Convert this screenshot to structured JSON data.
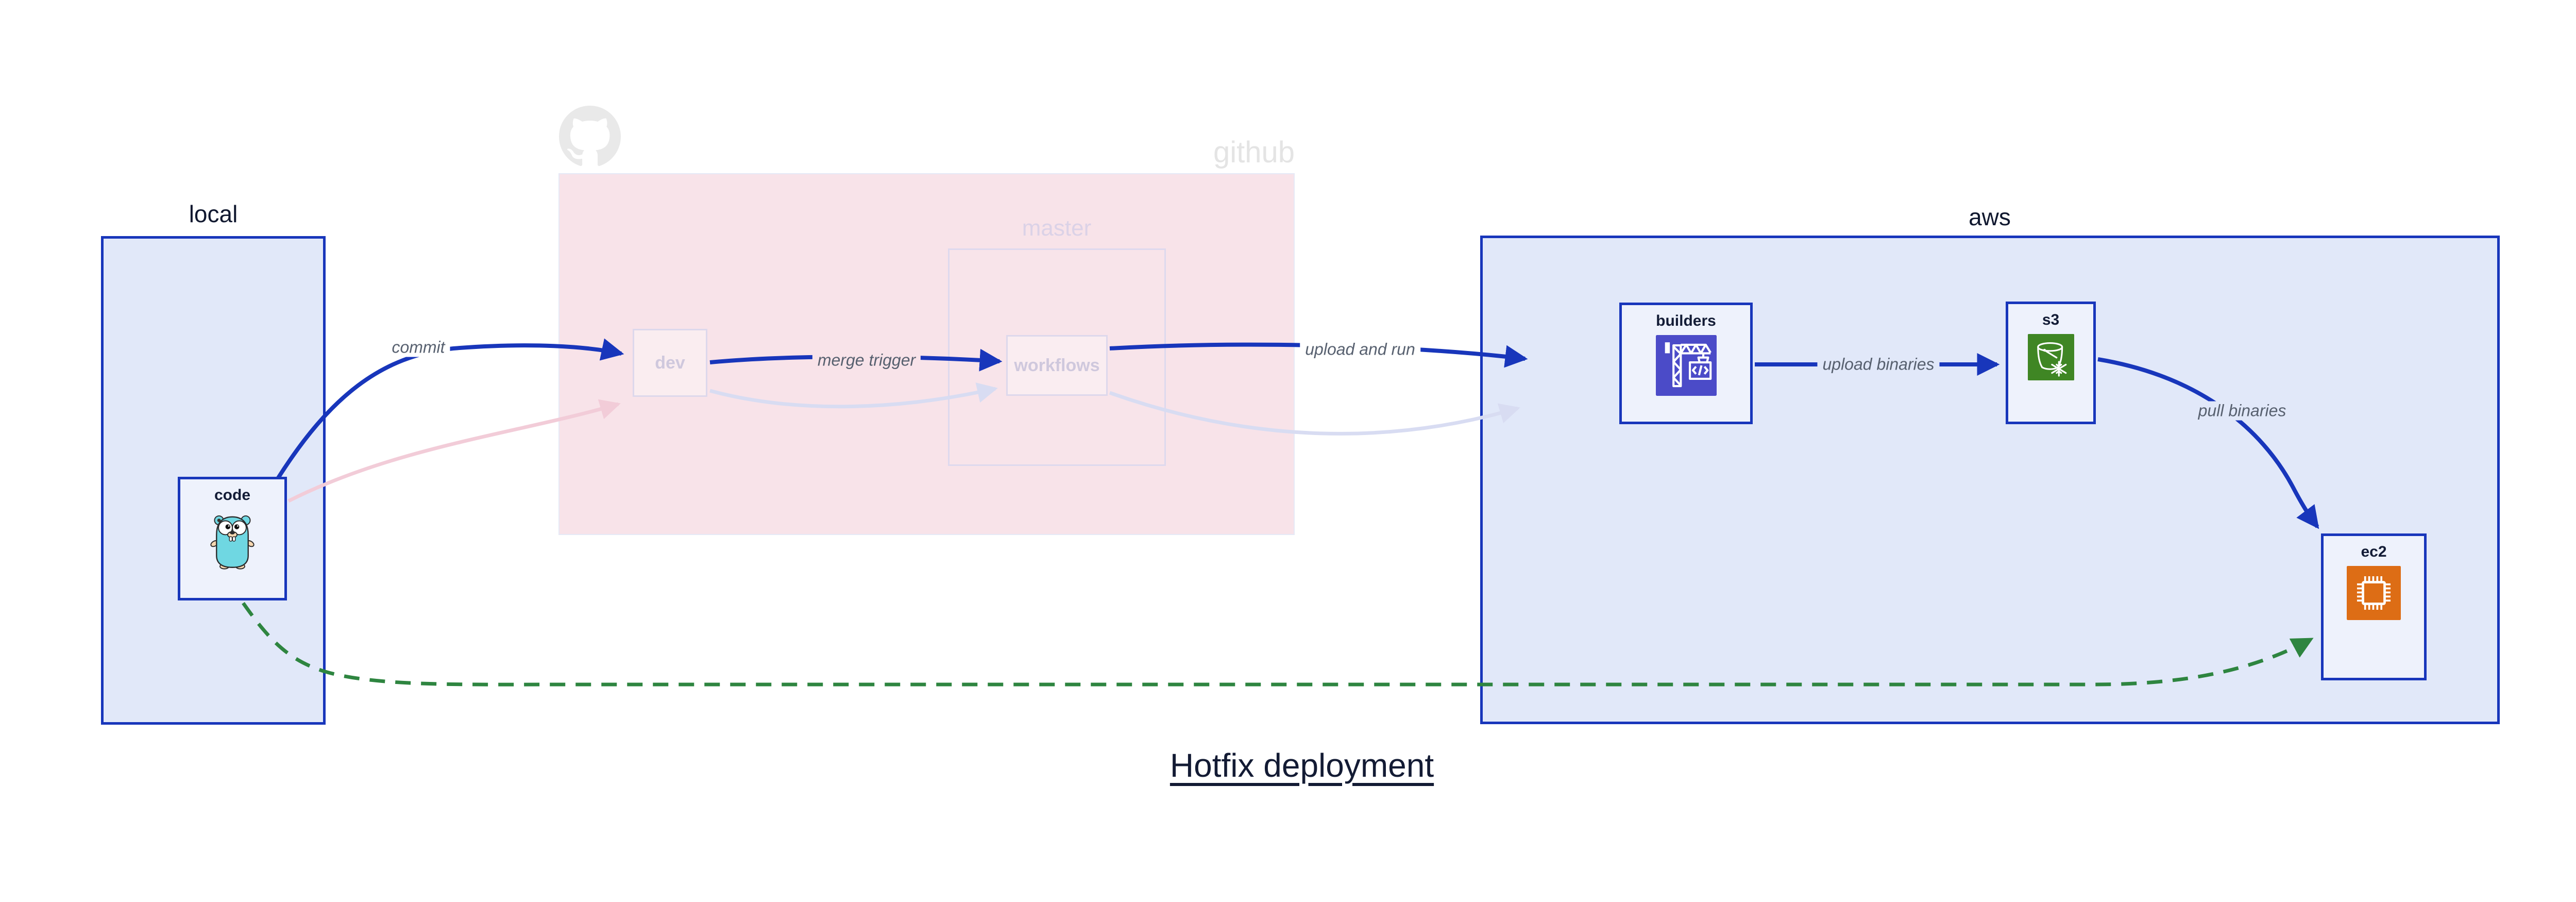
{
  "diagram_title": "Hotfix deployment",
  "clusters": {
    "local": {
      "label": "local"
    },
    "github": {
      "label": "github"
    },
    "master": {
      "label": "master"
    },
    "aws": {
      "label": "aws"
    }
  },
  "nodes": {
    "code": {
      "label": "code",
      "icon": "go-gopher-icon"
    },
    "dev": {
      "label": "dev"
    },
    "workflows": {
      "label": "workflows"
    },
    "builders": {
      "label": "builders",
      "icon": "codebuild-crane-icon"
    },
    "s3": {
      "label": "s3",
      "icon": "s3-glacier-bucket-icon"
    },
    "ec2": {
      "label": "ec2",
      "icon": "ec2-chip-icon"
    }
  },
  "edges": [
    {
      "id": "commit",
      "label": "commit",
      "from": "code",
      "to": "dev",
      "style": "solid-blue"
    },
    {
      "id": "merge-trigger",
      "label": "merge trigger",
      "from": "dev",
      "to": "workflows",
      "style": "solid-blue"
    },
    {
      "id": "upload-and-run",
      "label": "upload and run",
      "from": "workflows",
      "to": "builders",
      "style": "solid-blue"
    },
    {
      "id": "upload-binaries",
      "label": "upload binaries",
      "from": "builders",
      "to": "s3",
      "style": "solid-blue"
    },
    {
      "id": "pull-binaries",
      "label": "pull binaries",
      "from": "s3",
      "to": "ec2",
      "style": "solid-blue"
    },
    {
      "id": "hotfix-path",
      "label": "",
      "from": "code",
      "to": "ec2",
      "style": "dashed-green"
    },
    {
      "id": "ghost-commit",
      "label": "",
      "from": "code",
      "to": "dev",
      "style": "faded-pink"
    },
    {
      "id": "ghost-merge",
      "label": "",
      "from": "dev",
      "to": "workflows",
      "style": "faded-lavender"
    },
    {
      "id": "ghost-upload",
      "label": "",
      "from": "workflows",
      "to": "builders",
      "style": "faded-lavender"
    }
  ],
  "colors": {
    "primary_blue": "#1836bb",
    "container_fill": "#e1e8f9",
    "node_fill": "#eef2fc",
    "github_pink": "#f8e3e9",
    "ghost_lavender": "#d8dcf2",
    "ghost_pink": "#f2ccd8",
    "hotfix_green": "#2e8540",
    "codebuild_purple": "#4b4bc8",
    "s3_green": "#3f8624",
    "ec2_orange": "#dd6d15",
    "faded_gray": "#e4e4e4"
  }
}
